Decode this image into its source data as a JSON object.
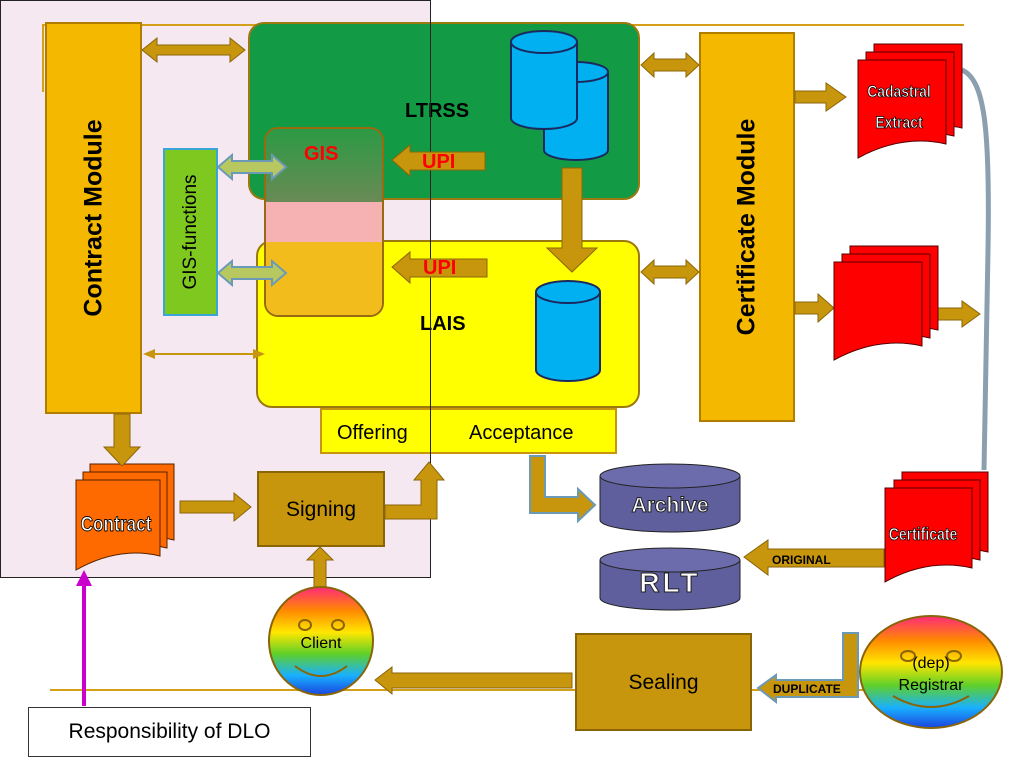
{
  "contract_module": "Contract Module",
  "gis_functions": "GIS-functions",
  "ltrss": "LTRSS",
  "gis": "GIS",
  "upi_top": "UPI",
  "upi_bottom": "UPI",
  "lais": "LAIS",
  "offering": "Offering",
  "acceptance": "Acceptance",
  "certificate_module": "Certificate Module",
  "cadastral_extract": [
    "Cadastral",
    "Extract"
  ],
  "contract": "Contract",
  "signing": "Signing",
  "archive": "Archive",
  "rlt": "RLT",
  "original": "ORIGINAL",
  "certificate": "Certificate",
  "client": "Client",
  "sealing": "Sealing",
  "duplicate": "DUPLICATE",
  "registrar": [
    "(dep)",
    "Registrar"
  ],
  "responsibility": "Responsibility of DLO",
  "colors": {
    "module_orange": "#f5b800",
    "arrow_gold": "#c8960c",
    "ltrss_green": "#129a45",
    "lais_yellow": "#ffff00",
    "db_blue": "#00b0f0",
    "doc_red": "#ff0000",
    "contract_orange": "#ff6a00",
    "process_brown": "#c8960c",
    "store_purple": "#5f5f9e",
    "gis_green": "#7ec820",
    "upi_red": "#ff0000",
    "dlo_region": "#f5e8f0",
    "responsibility_arrow": "#cc00cc"
  }
}
